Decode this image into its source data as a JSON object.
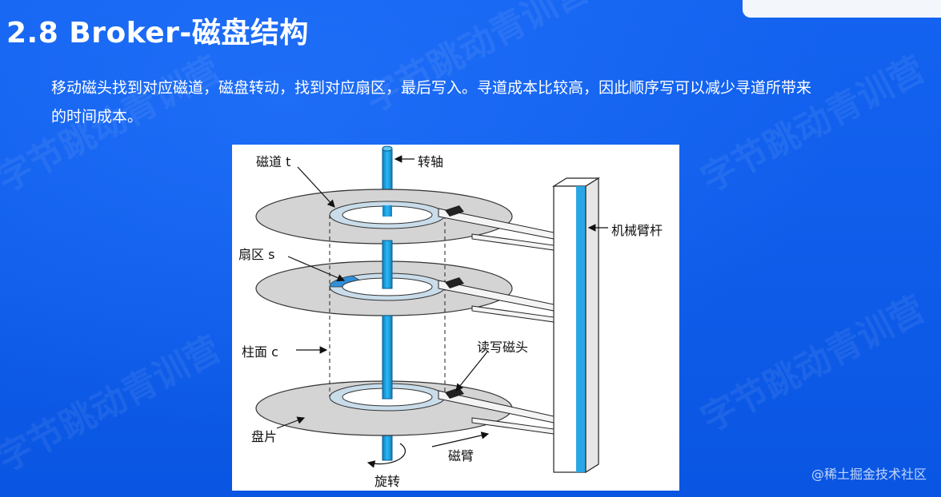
{
  "title": "2.8  Broker-磁盘结构",
  "description": "移动磁头找到对应磁道，磁盘转动，找到对应扇区，最后写入。寻道成本比较高，因此顺序写可以减少寻道所带来的时间成本。",
  "diagram": {
    "labels": {
      "track": "磁道 t",
      "spindle": "转轴",
      "arm_assembly": "机械臂杆",
      "sector": "扇区 s",
      "cylinder": "柱面 c",
      "read_write_head": "读写磁头",
      "platter": "盘片",
      "disk_arm": "磁臂",
      "rotation": "旋转"
    }
  },
  "watermark": "字节跳动青训营",
  "credit": "@稀土掘金技术社区",
  "colors": {
    "background": "#0a5bea",
    "spindle": "#1aa7e8",
    "track_ring": "#c9dcea",
    "sector_highlight": "#2f8fd8",
    "platter": "#d9d9d9"
  }
}
